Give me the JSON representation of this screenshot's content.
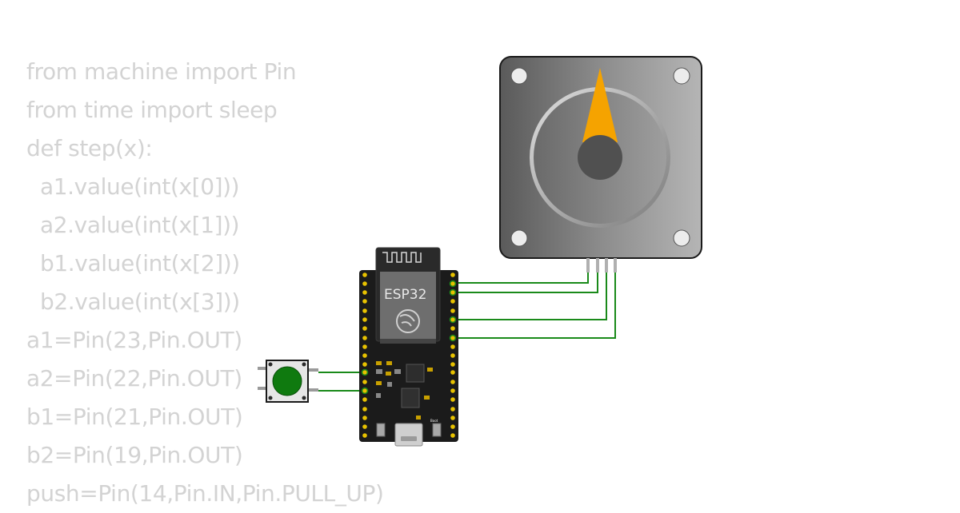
{
  "code": {
    "lines": [
      "from machine import Pin",
      "from time import sleep",
      "def step(x):",
      "  a1.value(int(x[0]))",
      "  a2.value(int(x[1]))",
      "  b1.value(int(x[2]))",
      "  b2.value(int(x[3]))",
      "a1=Pin(23,Pin.OUT)",
      "a2=Pin(22,Pin.OUT)",
      "b1=Pin(21,Pin.OUT)",
      "b2=Pin(19,Pin.OUT)",
      "push=Pin(14,Pin.IN,Pin.PULL_UP)"
    ]
  },
  "board": {
    "chip_label": "ESP32",
    "boot_label": "Boot"
  },
  "colors": {
    "wire": "#1a8a1a",
    "code_text": "#d3d3d3",
    "board": "#1b1b1b",
    "pin": "#e8c200",
    "button_cap": "#0f7a0f",
    "needle": "#f5a300"
  },
  "components": {
    "motor": "stepper-motor",
    "button": "push-button",
    "board": "esp32-devkit"
  }
}
